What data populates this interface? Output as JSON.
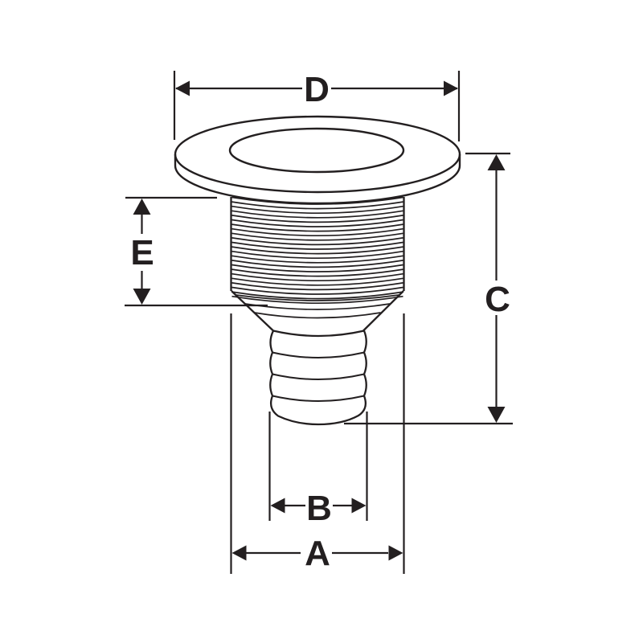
{
  "diagram": {
    "background_color": "#ffffff",
    "line_color": "#231f20",
    "labels": {
      "dim_a": "A",
      "dim_b": "B",
      "dim_c": "C",
      "dim_d": "D",
      "dim_e": "E"
    }
  }
}
